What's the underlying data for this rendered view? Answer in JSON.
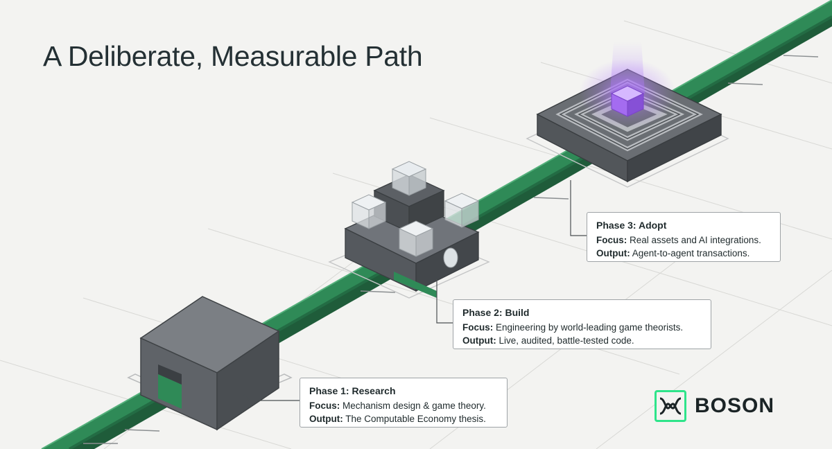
{
  "header": {
    "title": "A Deliberate, Measurable Path"
  },
  "phases": [
    {
      "title": "Phase 1: Research",
      "focus_label": "Focus:",
      "focus": "Mechanism design & game theory.",
      "output_label": "Output:",
      "output": "The Computable Economy thesis."
    },
    {
      "title": "Phase 2: Build",
      "focus_label": "Focus:",
      "focus": "Engineering by world-leading game theorists.",
      "output_label": "Output:",
      "output": "Live, audited, battle-tested code."
    },
    {
      "title": "Phase 3: Adopt",
      "focus_label": "Focus:",
      "focus": "Real assets and AI integrations.",
      "output_label": "Output:",
      "output": "Agent-to-agent transactions."
    }
  ],
  "brand": {
    "name": "BOSON",
    "mark_icon": "boson-logo-icon",
    "accent": "#2ee48a"
  },
  "colors": {
    "track": "#2f8a57",
    "track_light": "#47a870",
    "block": "#5a5e63",
    "glow": "#a46cf0",
    "background": "#f3f3f1"
  }
}
